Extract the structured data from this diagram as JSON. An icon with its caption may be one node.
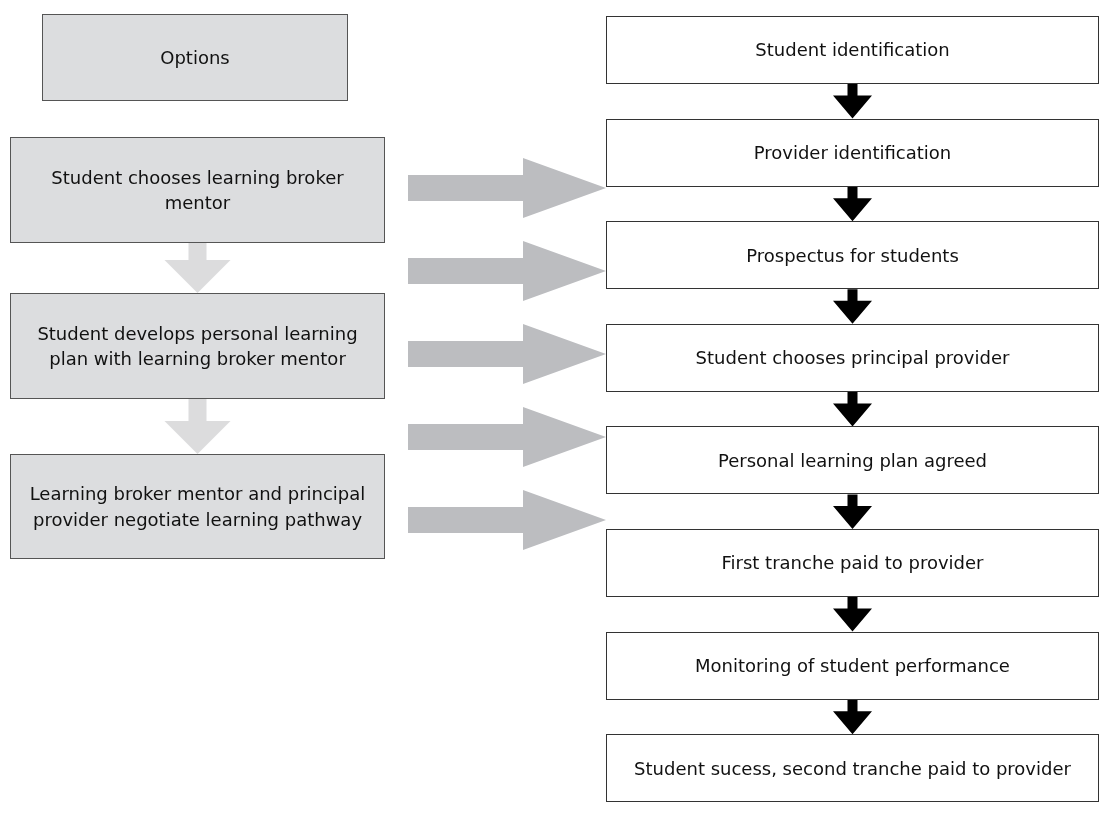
{
  "diagram": {
    "nodes": [
      {
        "text": [
          "Options"
        ]
      },
      {
        "text": [
          "Student chooses learning broker mentor"
        ]
      },
      {
        "text": [
          "Student develops personal learning plan with learning broker mentor"
        ]
      },
      {
        "text": [
          "Learning broker mentor and principal provider negotiate learning pathway"
        ]
      },
      {
        "text": [
          "Student identification"
        ]
      },
      {
        "text": [
          "Provider identification"
        ]
      },
      {
        "text": [
          "Prospectus for students"
        ]
      },
      {
        "text": [
          "Student chooses principal provider"
        ]
      },
      {
        "text": [
          "Personal learning plan agreed"
        ]
      },
      {
        "text": [
          "First tranche paid to provider"
        ]
      },
      {
        "text": [
          "Monitoring of student performance"
        ]
      },
      {
        "text": [
          "Student sucess, second tranche paid to provider"
        ]
      }
    ],
    "edges": [
      {
        "from": 1,
        "to": 2,
        "arrow": "to",
        "style": "thick",
        "color": "#dcdcdd"
      },
      {
        "from": 2,
        "to": 3,
        "arrow": "to",
        "style": "thick",
        "color": "#dcdcdd"
      },
      {
        "from": 4,
        "to": 5,
        "arrow": "to"
      },
      {
        "from": 5,
        "to": 6,
        "arrow": "to"
      },
      {
        "from": 6,
        "to": 7,
        "arrow": "to"
      },
      {
        "from": 7,
        "to": 8,
        "arrow": "to"
      },
      {
        "from": 8,
        "to": 9,
        "arrow": "to"
      },
      {
        "from": 9,
        "to": 10,
        "arrow": "to"
      },
      {
        "from": 10,
        "to": 11,
        "arrow": "to"
      },
      {
        "from": null,
        "to": 5,
        "arrow": "to",
        "style": "thick",
        "color": "#bcbdc0"
      },
      {
        "from": null,
        "to": 6,
        "arrow": "to",
        "style": "thick",
        "color": "#bcbdc0"
      },
      {
        "from": null,
        "to": 7,
        "arrow": "to",
        "style": "thick",
        "color": "#bcbdc0"
      },
      {
        "from": null,
        "to": 8,
        "arrow": "to",
        "style": "thick",
        "color": "#bcbdc0"
      },
      {
        "from": null,
        "to": 9,
        "arrow": "to",
        "style": "thick",
        "color": "#bcbdc0"
      }
    ]
  }
}
